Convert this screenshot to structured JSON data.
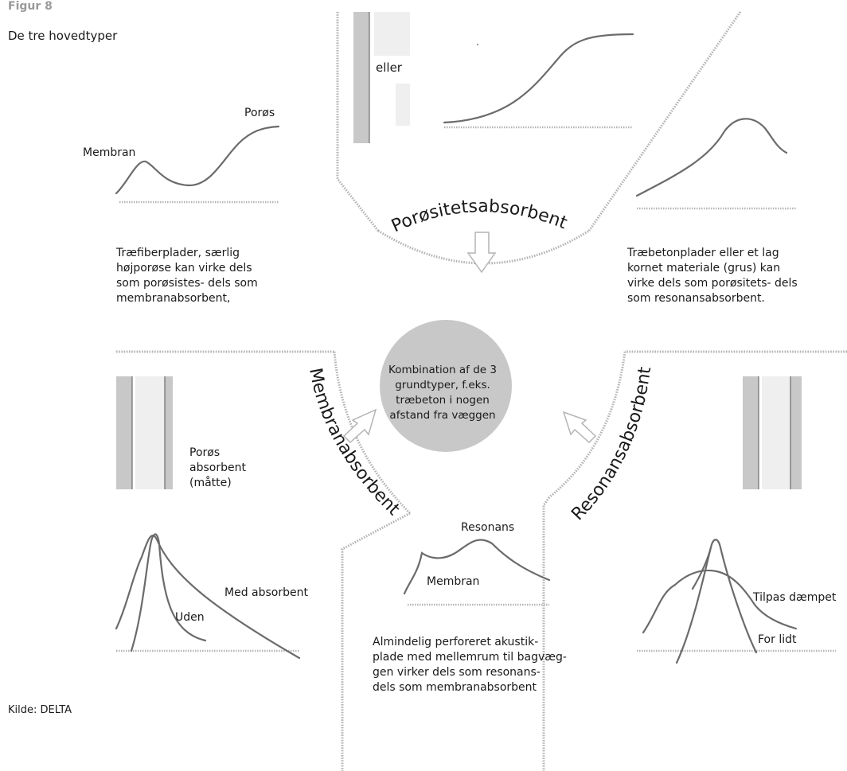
{
  "figure_label": "Figur 8",
  "subtitle": "De tre hovedtyper",
  "arc_titles": {
    "top": "Porøsitetsabsorbent",
    "left": "Membranabsorbent",
    "right": "Resonansabsorbent"
  },
  "center_text": "Kombination af de 3 grundtyper, f.eks. træbeton i nogen afstand fra væggen",
  "top_panel": {
    "label": "eller"
  },
  "top_left": {
    "curve_labels": [
      "Membran",
      "Porøs"
    ],
    "description": [
      "Træfiberplader, særlig",
      "højporøse kan virke dels",
      "som porøsistes- dels som",
      "membranabsorbent,"
    ]
  },
  "top_right": {
    "description": [
      "Træbetonplader eller et lag",
      "kornet materiale (grus) kan",
      "virke dels som porøsitets- dels",
      "som resonansabsorbent."
    ]
  },
  "left_panel": {
    "label": [
      "Porøs",
      "absorbent",
      "(måtte)"
    ],
    "curve_labels": [
      "Med absorbent",
      "Uden"
    ]
  },
  "bottom_panel": {
    "curve_labels": [
      "Resonans",
      "Membran"
    ],
    "description": [
      "Almindelig perforeret akustik-",
      "plade med mellemrum til bagvæg-",
      "gen virker dels som resonans-",
      "dels som membranabsorbent"
    ]
  },
  "right_panel": {
    "curve_labels": [
      "Tilpas dæmpet",
      "For lidt"
    ]
  },
  "source": "Kilde: DELTA",
  "colors": {
    "circle": "#c8c8c8",
    "curve": "#6b6b6b",
    "dotted": "#b4b4b4",
    "panel_dark": "#c8c8c8",
    "panel_light": "#efefef",
    "figure_label": "#9a9a9a"
  }
}
